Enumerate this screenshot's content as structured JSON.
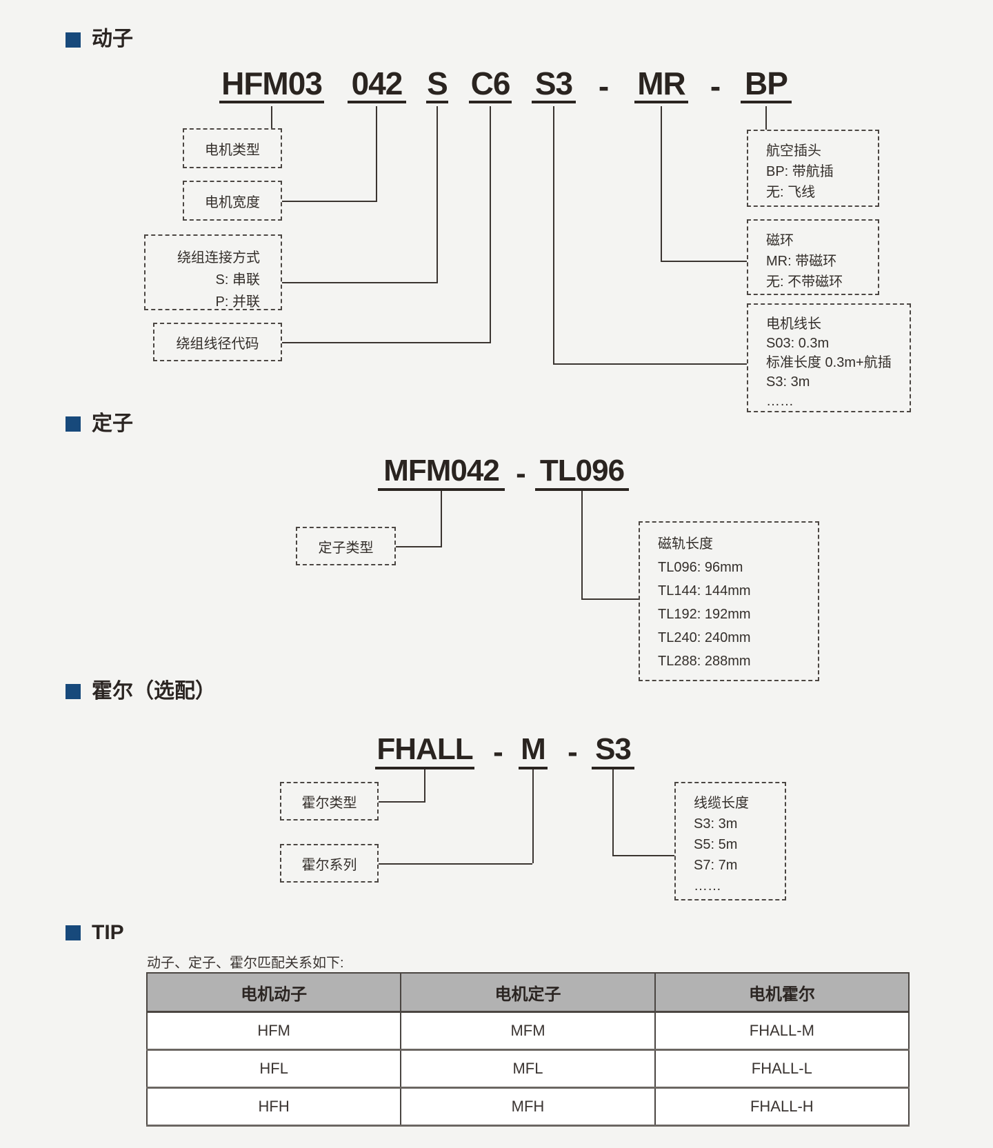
{
  "page": {
    "background": "#f4f4f2",
    "accent_square_color": "#17497b"
  },
  "sections": {
    "mover": {
      "heading": "动子",
      "code": {
        "s1": "HFM03",
        "s2": "042",
        "s3": "S",
        "s4": "C6",
        "s5": "S3",
        "d1": "-",
        "s6": "MR",
        "d2": "-",
        "s7": "BP"
      },
      "callouts": {
        "motor_type": {
          "l1": "电机类型"
        },
        "motor_width": {
          "l1": "电机宽度"
        },
        "winding_connection": {
          "l1": "绕组连接方式",
          "l2": "S: 串联",
          "l3": "P: 并联"
        },
        "winding_wire_code": {
          "l1": "绕组线径代码"
        },
        "aviation_plug": {
          "l1": "航空插头",
          "l2": "BP: 带航插",
          "l3": "无: 飞线"
        },
        "magnet_ring": {
          "l1": "磁环",
          "l2": "MR: 带磁环",
          "l3": "无: 不带磁环"
        },
        "motor_cable_length": {
          "l1": "电机线长",
          "l2": "S03: 0.3m",
          "l3": "标准长度 0.3m+航插",
          "l4": "S3: 3m",
          "l5": "……"
        }
      }
    },
    "stator": {
      "heading": "定子",
      "code": {
        "s1": "MFM042",
        "d1": "-",
        "s2": "TL096"
      },
      "callouts": {
        "stator_type": {
          "l1": "定子类型"
        },
        "rail_length": {
          "l1": "磁轨长度",
          "l2": "TL096: 96mm",
          "l3": "TL144: 144mm",
          "l4": "TL192: 192mm",
          "l5": "TL240: 240mm",
          "l6": "TL288: 288mm"
        }
      }
    },
    "hall": {
      "heading": "霍尔（选配）",
      "code": {
        "s1": "FHALL",
        "d1": "-",
        "s2": "M",
        "d2": "-",
        "s3": "S3"
      },
      "callouts": {
        "hall_type": {
          "l1": "霍尔类型"
        },
        "hall_series": {
          "l1": "霍尔系列"
        },
        "cable_length": {
          "l1": "线缆长度",
          "l2": "S3: 3m",
          "l3": "S5: 5m",
          "l4": "S7: 7m",
          "l5": "……"
        }
      }
    },
    "tip": {
      "heading": "TIP",
      "caption": "动子、定子、霍尔匹配关系如下:",
      "table": {
        "headers": [
          "电机动子",
          "电机定子",
          "电机霍尔"
        ],
        "rows": [
          [
            "HFM",
            "MFM",
            "FHALL-M"
          ],
          [
            "HFL",
            "MFL",
            "FHALL-L"
          ],
          [
            "HFH",
            "MFH",
            "FHALL-H"
          ]
        ]
      }
    }
  }
}
